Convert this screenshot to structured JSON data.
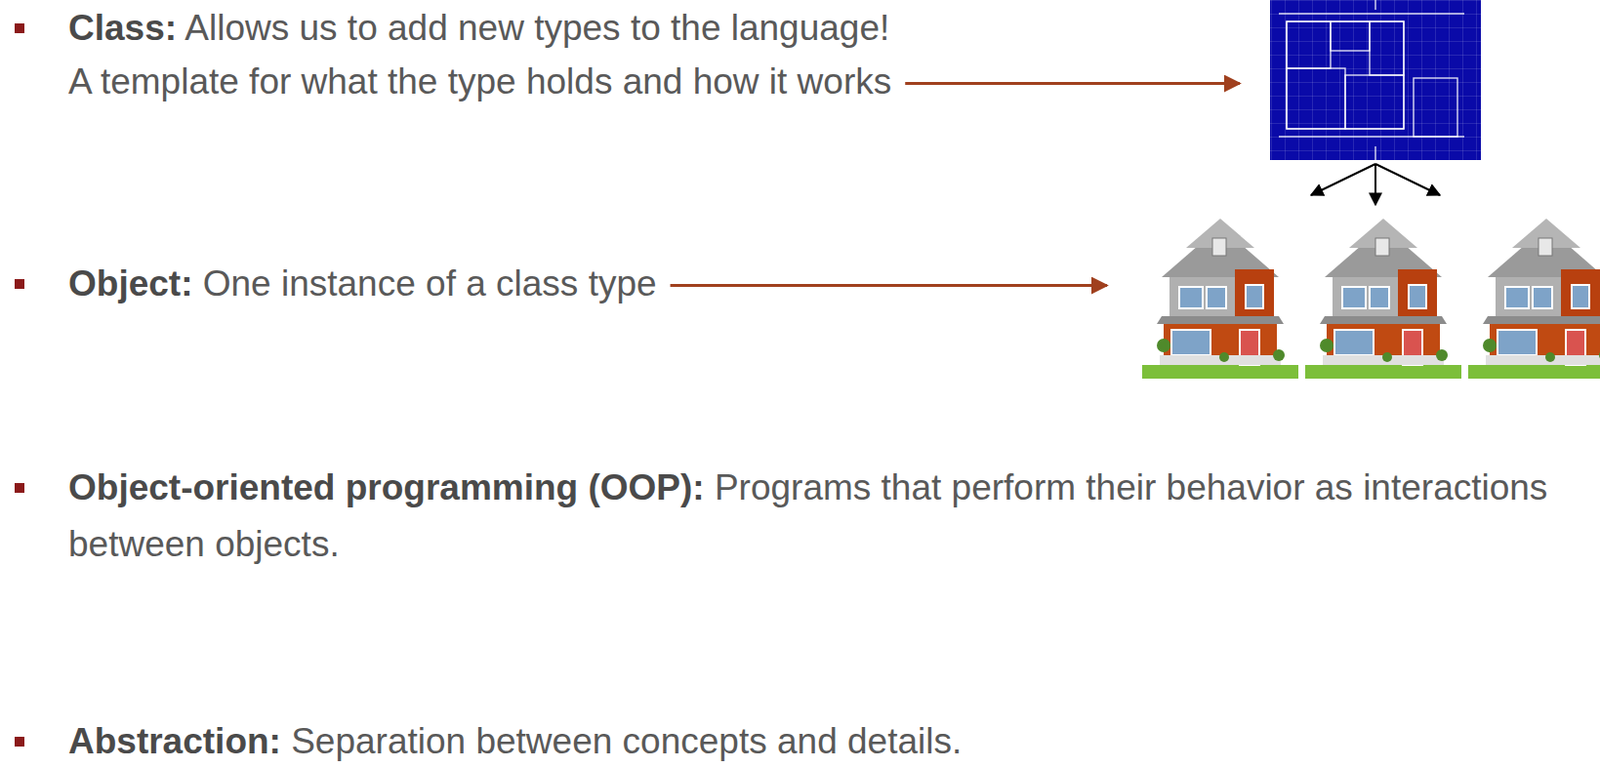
{
  "diagram": {
    "labels": [
      "Class:",
      "Allows us to add new types to the language!",
      "A template for what the type holds and how it works",
      "Object:",
      "One instance of a class type",
      "Object-oriented programming (OOP):",
      "Programs that perform their behavior as interactions between objects.",
      "Abstraction:",
      "Separation between concepts and details."
    ]
  }
}
